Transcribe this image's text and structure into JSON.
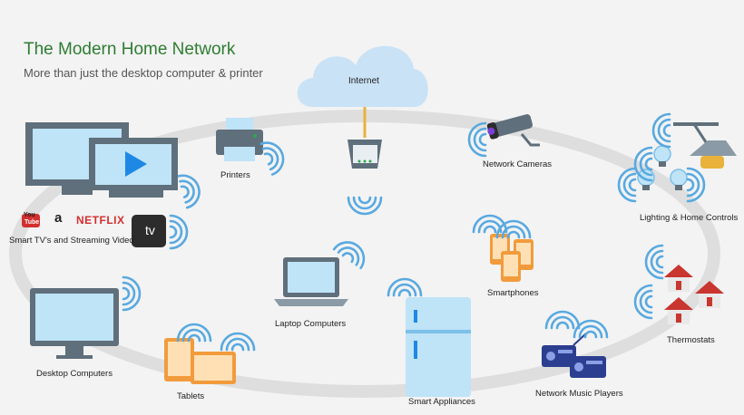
{
  "header": {
    "title": "The Modern Home Network",
    "subtitle": "More than just the desktop computer & printer"
  },
  "devices": {
    "internet": "Internet",
    "printers": "Printers",
    "network_cameras": "Network Cameras",
    "lighting": "Lighting & Home Controls",
    "smart_tv": "Smart TV's and Streaming Video",
    "smartphones": "Smartphones",
    "laptop": "Laptop Computers",
    "thermostats": "Thermostats",
    "desktop": "Desktop Computers",
    "tablets": "Tablets",
    "appliances": "Smart Appliances",
    "music": "Network Music Players"
  },
  "streaming": {
    "youtube_top": "You",
    "youtube_bottom": "Tube",
    "amazon": "a",
    "netflix": "NETFLIX",
    "appletv": "tv"
  },
  "colors": {
    "title_green": "#2e7d32",
    "wifi_blue": "#58a9e0",
    "cloud_blue": "#c9e2f5",
    "screen_blue": "#bfe3f7",
    "device_gray": "#5f6f7b",
    "tablet_orange": "#f29b3c",
    "house_red": "#c9352f",
    "radio_navy": "#2c3e8f"
  }
}
